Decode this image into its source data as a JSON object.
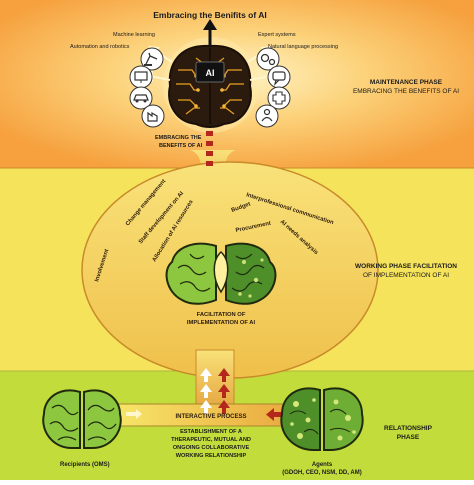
{
  "top": {
    "title": "Embracing the Benifits of AI",
    "ai_label": "AI",
    "left_items": [
      "Machine learning",
      "Automation and robotics"
    ],
    "right_items": [
      "Expert systems",
      "Natural language processing"
    ],
    "brain_caption": [
      "EMBRACING THE",
      "BENEFITS OF AI"
    ]
  },
  "phases": {
    "maintenance": {
      "title": "MAINTENANCE PHASE",
      "subtitle": "EMBRACING THE BENEFITS OF AI"
    },
    "working": {
      "title": "WORKING PHASE FACILITATION",
      "subtitle": "OF IMPLEMENTATION OF AI"
    },
    "relationship": {
      "title": "RELATIONSHIP",
      "subtitle": "PHASE"
    }
  },
  "working": {
    "arc_labels": [
      "Involvement",
      "Change management",
      "Staff development on AI",
      "Allocation of AI resources",
      "Interprofessional communication",
      "Budget",
      "Procurement",
      "AI needs analysis"
    ],
    "caption": [
      "FACILITATION OF",
      "IMPLEMENTATION OF AI"
    ]
  },
  "relationship": {
    "process_label": "INTERACTIVE PROCESS",
    "establishment": [
      "ESTABLISHMENT OF A",
      "THERAPEUTIC, MUTUAL AND",
      "ONGOING COLLABORATIVE",
      "WORKING RELATIONSHIP"
    ],
    "recipients": "Recipients (OMS)",
    "agents": [
      "Agents",
      "(GDOH, CEO, NSM, DD, AM)"
    ]
  },
  "colors": {
    "maintenance_bg": "#F6A13E",
    "working_bg": "#F6E35C",
    "relationship_bg": "#C2DC3C",
    "brain_green": "#8DC63F",
    "arrow_red": "#B3271C"
  }
}
